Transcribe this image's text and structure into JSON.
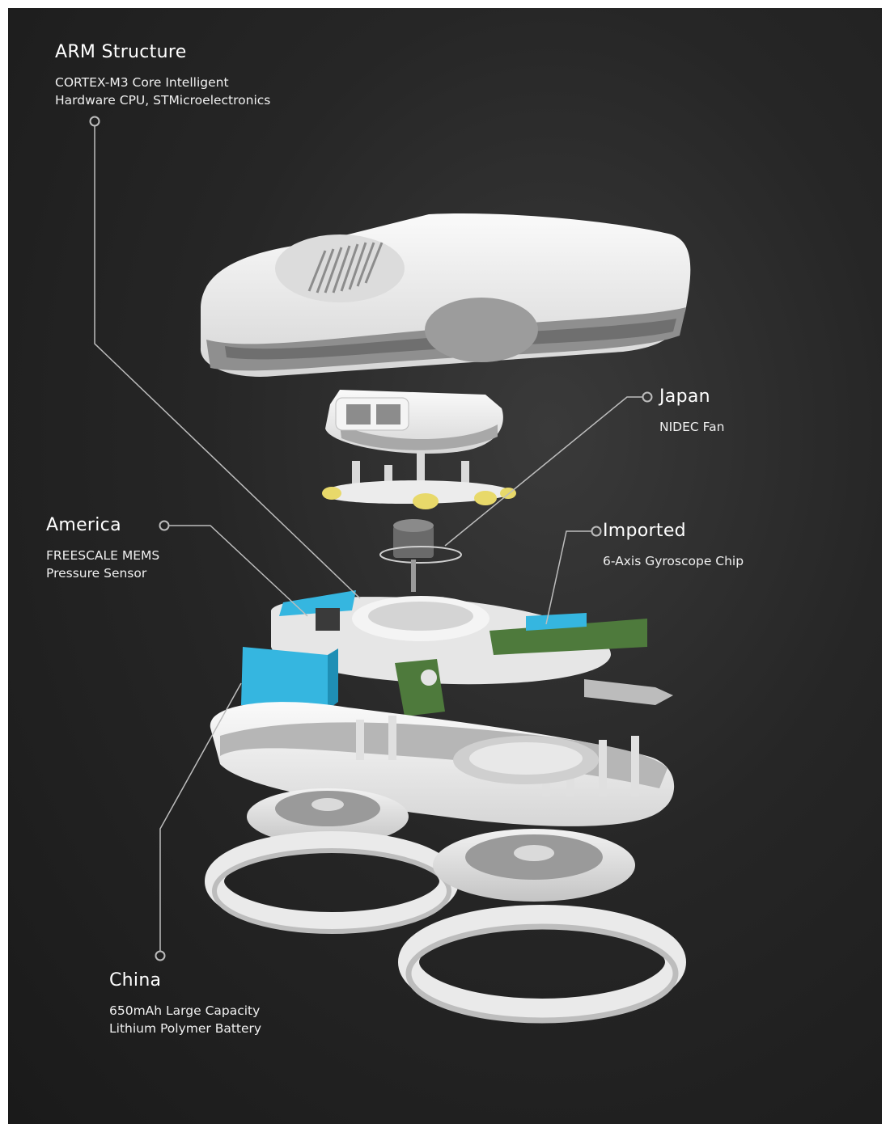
{
  "callouts": {
    "arm": {
      "title": "ARM Structure",
      "line1": "CORTEX-M3 Core Intelligent",
      "line2": "Hardware CPU, STMicroelectronics"
    },
    "japan": {
      "title": "Japan",
      "line1": "NIDEC Fan"
    },
    "america": {
      "title": "America",
      "line1": "FREESCALE MEMS",
      "line2": "Pressure Sensor"
    },
    "imported": {
      "title": "Imported",
      "line1": "6-Axis Gyroscope Chip"
    },
    "china": {
      "title": "China",
      "line1": "650mAh Large Capacity",
      "line2": "Lithium Polymer Battery"
    }
  },
  "colors": {
    "background": "#222222",
    "part_white": "#efefef",
    "part_shadow": "#b8b8b8",
    "chip_blue": "#35b6e0",
    "pcb_green": "#4e7a3c",
    "pad_yellow": "#e8d96a",
    "leader_line": "#bdbdbd"
  }
}
